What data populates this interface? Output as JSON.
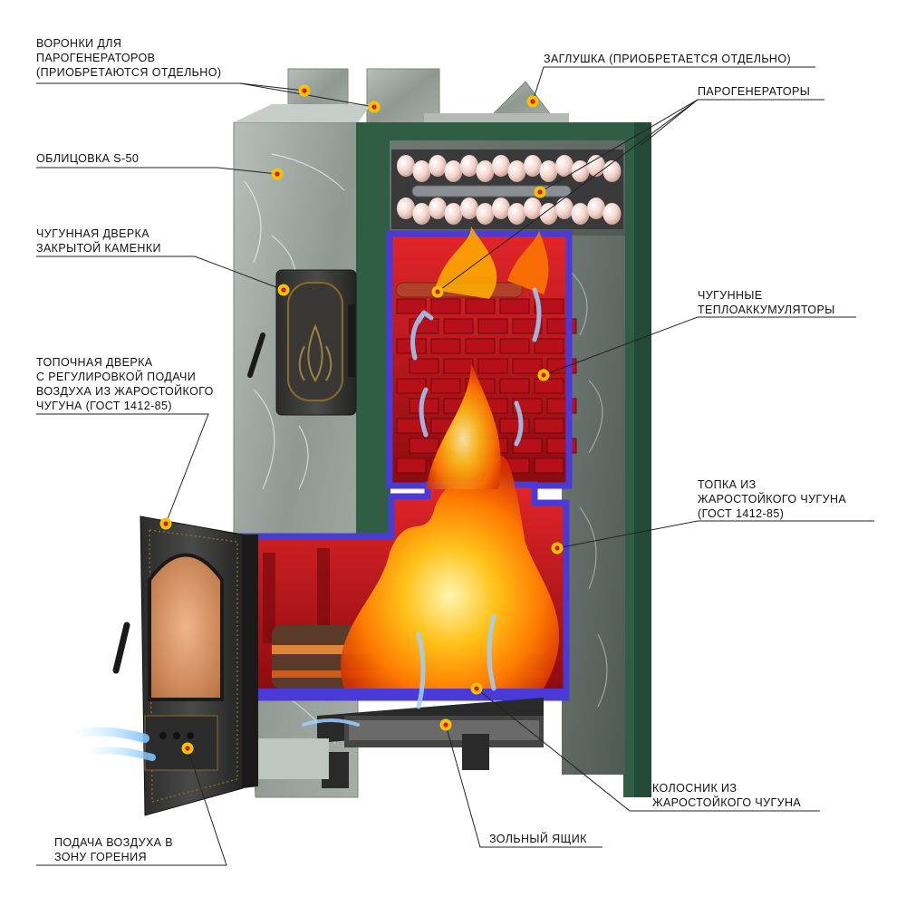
{
  "callouts": {
    "funnels": [
      "ВОРОНКИ ДЛЯ",
      "ПАРОГЕНЕРАТОРОВ",
      "(ПРИОБРЕТАЮТСЯ ОТДЕЛЬНО)"
    ],
    "plug": [
      "ЗАГЛУШКА (ПРИОБРЕТАЕТСЯ ОТДЕЛЬНО)"
    ],
    "steam_generators": [
      "ПАРОГЕНЕРАТОРЫ"
    ],
    "cladding": [
      "ОБЛИЦОВКА S-50"
    ],
    "heater_door": [
      "ЧУГУННАЯ ДВЕРКА",
      "ЗАКРЫТОЙ КАМЕНКИ"
    ],
    "accumulators": [
      "ЧУГУННЫЕ",
      "ТЕПЛОАККУМУЛЯТОРЫ"
    ],
    "firebox_door": [
      "ТОПОЧНАЯ ДВЕРКА",
      "С РЕГУЛИРОВКОЙ ПОДАЧИ",
      "ВОЗДУХА ИЗ ЖАРОСТОЙКОГО",
      "ЧУГУНА (ГОСТ 1412-85)"
    ],
    "firebox": [
      "ТОПКА ИЗ",
      "ЖАРОСТОЙКОГО ЧУГУНА",
      "(ГОСТ 1412-85)"
    ],
    "grate": [
      "КОЛОСНИК ИЗ",
      "ЖАРОСТОЙКОГО ЧУГУНА"
    ],
    "ash_box": [
      "ЗОЛЬНЫЙ ЯЩИК"
    ],
    "air_supply": [
      "ПОДАЧА ВОЗДУХА В",
      "ЗОНУ ГОРЕНИЯ"
    ]
  },
  "colors": {
    "marker": "#f5c400",
    "marker_center": "#e0141e",
    "green_casing": "#2f5e45",
    "cast_iron_blue": "#4a3ad8",
    "stone": "#9aa39c",
    "fire_red": "#c8141a",
    "flame": "#ff8c00"
  }
}
